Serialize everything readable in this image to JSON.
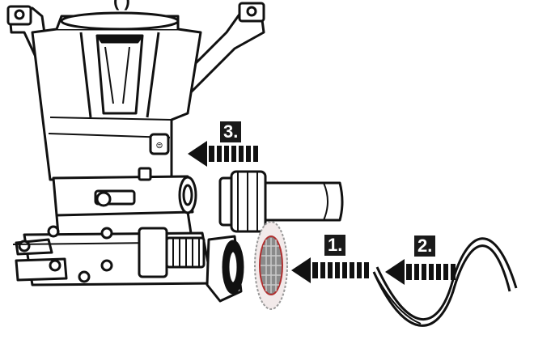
{
  "header_text": "(  )",
  "steps": [
    {
      "id": "3",
      "label": "3."
    },
    {
      "id": "1",
      "label": "1."
    },
    {
      "id": "2",
      "label": "2."
    }
  ],
  "colors": {
    "ink": "#111111",
    "label_bg": "#1a1a1a",
    "label_text": "#ffffff",
    "filter_mesh": "#b03030"
  },
  "icons": [
    "pump-illustration",
    "garden-hose-illustration",
    "inlet-filter-screen",
    "arrow-left-icon"
  ]
}
